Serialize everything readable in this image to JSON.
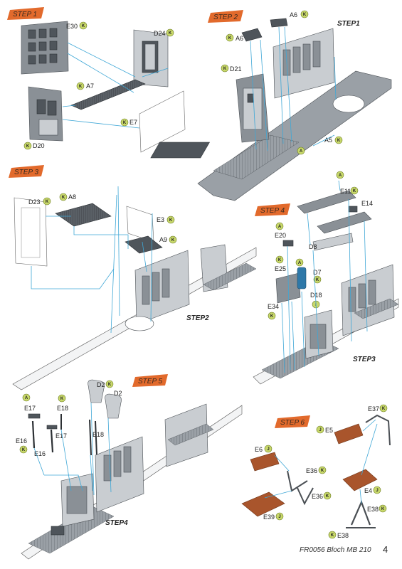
{
  "steps": {
    "step1": "STEP 1",
    "step2": "STEP 2",
    "step3": "STEP 3",
    "step4": "STEP 4",
    "step5": "STEP 5",
    "step6": "STEP 6"
  },
  "step_refs": {
    "in_step2": "STEP1",
    "in_step3": "STEP2",
    "in_step4": "STEP3",
    "in_step5": "STEP4"
  },
  "badge_letters": {
    "k": "K",
    "a": "A",
    "j": "J",
    "i": "I"
  },
  "labels": {
    "e30": "E30",
    "d24": "D24",
    "a7": "A7",
    "e7": "E7",
    "d20": "D20",
    "a6a": "A6",
    "a6b": "A6",
    "d21": "D21",
    "a5": "A5",
    "d23": "D23",
    "a8": "A8",
    "e3": "E3",
    "a9": "A9",
    "e11": "E11",
    "e14": "E14",
    "e20": "E20",
    "d8": "D8",
    "e25": "E25",
    "d7": "D7",
    "d18": "D18",
    "e34": "E34",
    "d2a": "D2",
    "d2b": "D2",
    "e17a": "E17",
    "e18a": "E18",
    "e17b": "E17",
    "e18b": "E18",
    "e16a": "E16",
    "e16b": "E16",
    "e37": "E37",
    "e5": "E5",
    "e6": "E6",
    "e36a": "E36",
    "e36b": "E36",
    "e4": "E4",
    "e38a": "E38",
    "e39": "E39",
    "e38b": "E38"
  },
  "footer": {
    "title": "FR0056 Bloch MB 210",
    "page": "4"
  }
}
